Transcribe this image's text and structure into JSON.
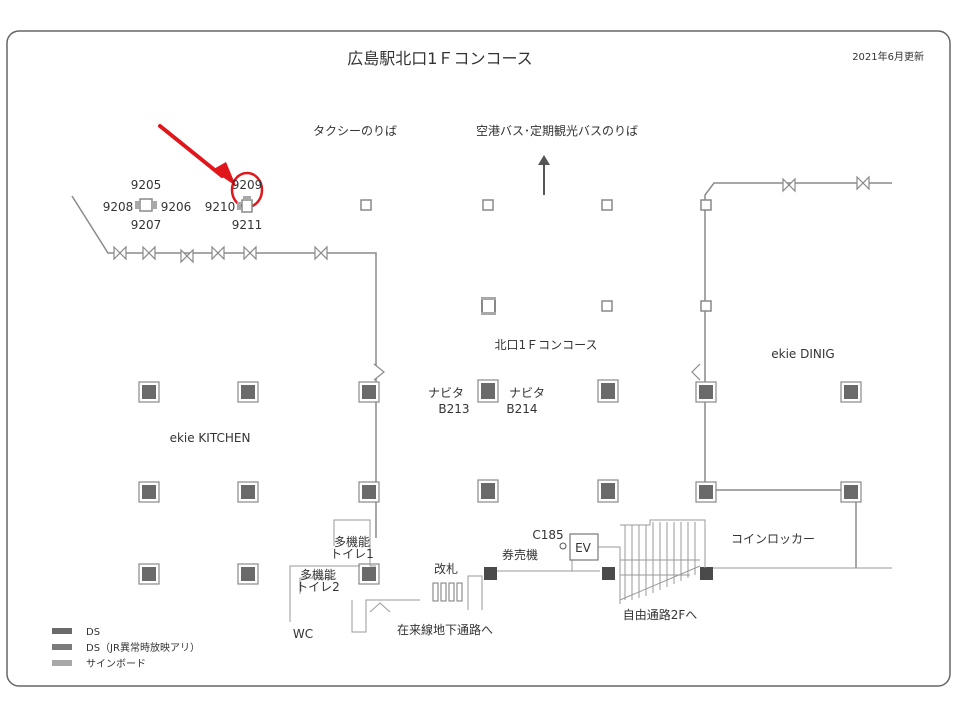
{
  "title": "広島駅北口1Ｆコンコース",
  "updated": "2021年6月更新",
  "labels": {
    "taxi": "タクシーのりば",
    "bus": "空港バス･定期観光バスのりば",
    "concourse": "北口1Ｆコンコース",
    "dinig": "ekie DINIG",
    "kitchen": "ekie KITCHEN",
    "navita1": "ナビタ",
    "navita1_code": "B213",
    "navita2": "ナビタ",
    "navita2_code": "B214",
    "coin_locker": "コインロッカー",
    "c185": "C185",
    "ev": "EV",
    "ticket_machine": "券売機",
    "gate": "改札",
    "toilet1_a": "多機能",
    "toilet1_b": "トイレ1",
    "toilet2_a": "多機能",
    "toilet2_b": "トイレ2",
    "wc": "WC",
    "underground": "在来線地下通路へ",
    "free_passage": "自由通路2Fへ"
  },
  "codes": {
    "c9205": "9205",
    "c9208": "9208",
    "c9206": "9206",
    "c9207": "9207",
    "c9209": "9209",
    "c9210": "9210",
    "c9211": "9211"
  },
  "legend": {
    "ds": "DS",
    "ds_jr": "DS（JR異常時放映アリ）",
    "sign": "サインボード"
  },
  "colors": {
    "ds": "#6a6a6a",
    "ds_jr": "#7a7a7a",
    "sign": "#a8a8a8",
    "highlight": "#e0161b"
  }
}
